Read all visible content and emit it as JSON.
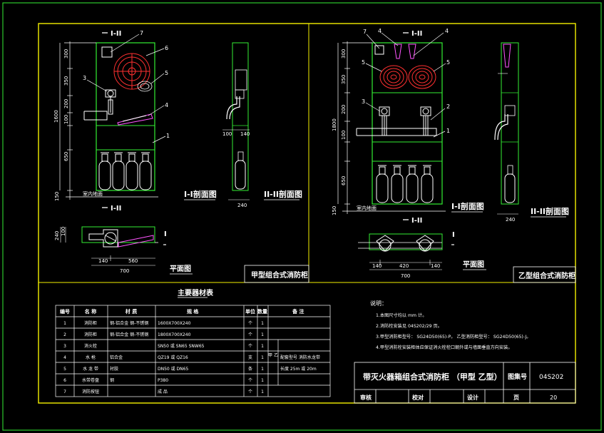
{
  "colors": {
    "background": "#000000",
    "frame": "#f4f000",
    "outer_border": "#2cc82c",
    "cabinet": "#33ee33",
    "line": "#ffffff",
    "dim": "#ffffff",
    "leader": "#ff55ff",
    "red_accent": "#ff3030",
    "cyan_accent": "#44e6e6"
  },
  "left_drawing": {
    "section_mark_top": "I-II",
    "section_mark_bottom": "I-II",
    "vertical_dims": [
      "300",
      "350",
      "200",
      "100",
      "1600",
      "650",
      "150"
    ],
    "floor_label": "室内地面",
    "callouts": [
      "7",
      "6",
      "5",
      "3",
      "4",
      "1"
    ],
    "section_view_title": "I-I剖面图",
    "side_section_title": "II-II剖面图",
    "side_dims": [
      "100",
      "140",
      "240"
    ],
    "plan_dims": [
      "240",
      "100",
      "140",
      "560",
      "700"
    ],
    "plan_mark": "I",
    "plan_title": "平面图",
    "cabinet_title": "甲型组合式消防柜"
  },
  "right_drawing": {
    "section_mark_top": "I-II",
    "section_mark_bottom": "I-II",
    "vertical_dims": [
      "300",
      "350",
      "200",
      "100",
      "1800",
      "650",
      "150"
    ],
    "floor_label": "室内地面",
    "callouts": [
      "7",
      "4",
      "I-II",
      "4",
      "5",
      "5",
      "3",
      "2",
      "1"
    ],
    "section_view_title": "I-I剖面图",
    "side_section_title": "II-II剖面图",
    "side_dims": [
      "240"
    ],
    "plan_dims": [
      "140",
      "420",
      "140",
      "700"
    ],
    "plan_mark": "I",
    "plan_title": "平面图",
    "cabinet_title": "乙型组合式消防柜"
  },
  "bom": {
    "title": "主要器材表",
    "headers": [
      "编号",
      "名 称",
      "材 质",
      "规 格",
      "单位",
      "数量",
      "备 注"
    ],
    "rows": [
      [
        "1",
        "消防柜",
        "钢-铝合金 钢-不锈钢",
        "1600X700X240",
        "个",
        "1",
        ""
      ],
      [
        "2",
        "消防柜",
        "钢-铝合金 钢-不锈钢",
        "1800X700X240",
        "个",
        "1",
        ""
      ],
      [
        "3",
        "消火栓",
        "",
        "SN50 或 SN65  SNW65",
        "个",
        "1",
        ""
      ],
      [
        "4",
        "水 枪",
        "铝合金",
        "QZ19 或 QZ16",
        "支",
        "1",
        "配套型号 消防水龙带"
      ],
      [
        "5",
        "水 龙 带",
        "衬胶",
        "DN50 或 DN65",
        "条",
        "1",
        "长度 25m 或 20m"
      ],
      [
        "6",
        "水带卷盘",
        "钢",
        "P380",
        "个",
        "1",
        ""
      ],
      [
        "7",
        "消防按钮",
        "",
        "成 品",
        "个",
        "1",
        ""
      ]
    ],
    "type_col_label": "甲 乙"
  },
  "notes": {
    "heading": "说明：",
    "lines": [
      "1.本图尺寸均以 mm 计。",
      "2.消防栓安装见 04S202/29 页。",
      "3.甲型消防柜型号： SG24D50(65)-P。   乙型消防柜型号： SG24D50(65)-J。",
      "4.甲型消防栓安装柜体应保证消火栓栓口朝外或与墙面垂直方向安装。"
    ]
  },
  "title_block": {
    "title": "带灭火器箱组合式消防柜  （甲型  乙型）",
    "atlas_label": "图集号",
    "atlas_no": "04S202",
    "review_label": "审核",
    "check_label": "校对",
    "design_label": "设计",
    "page_label": "页",
    "page_no": "20"
  }
}
